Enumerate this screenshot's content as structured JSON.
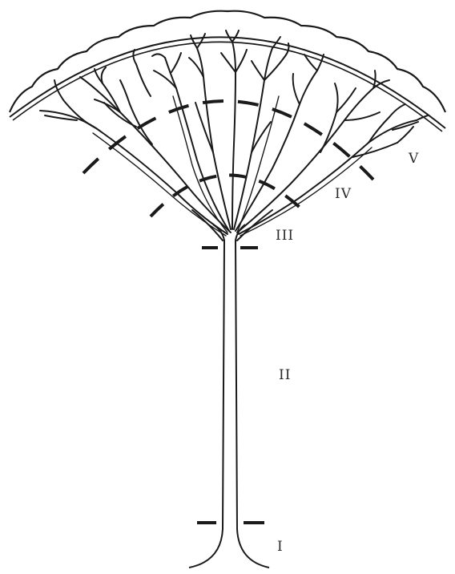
{
  "figure": {
    "zones": [
      {
        "id": "v",
        "label": "V"
      },
      {
        "id": "iv",
        "label": "IV"
      },
      {
        "id": "iii",
        "label": "III"
      },
      {
        "id": "ii",
        "label": "II"
      },
      {
        "id": "i",
        "label": "I"
      }
    ],
    "colors": {
      "ink": "#1a1a1a",
      "background": "#ffffff"
    }
  }
}
